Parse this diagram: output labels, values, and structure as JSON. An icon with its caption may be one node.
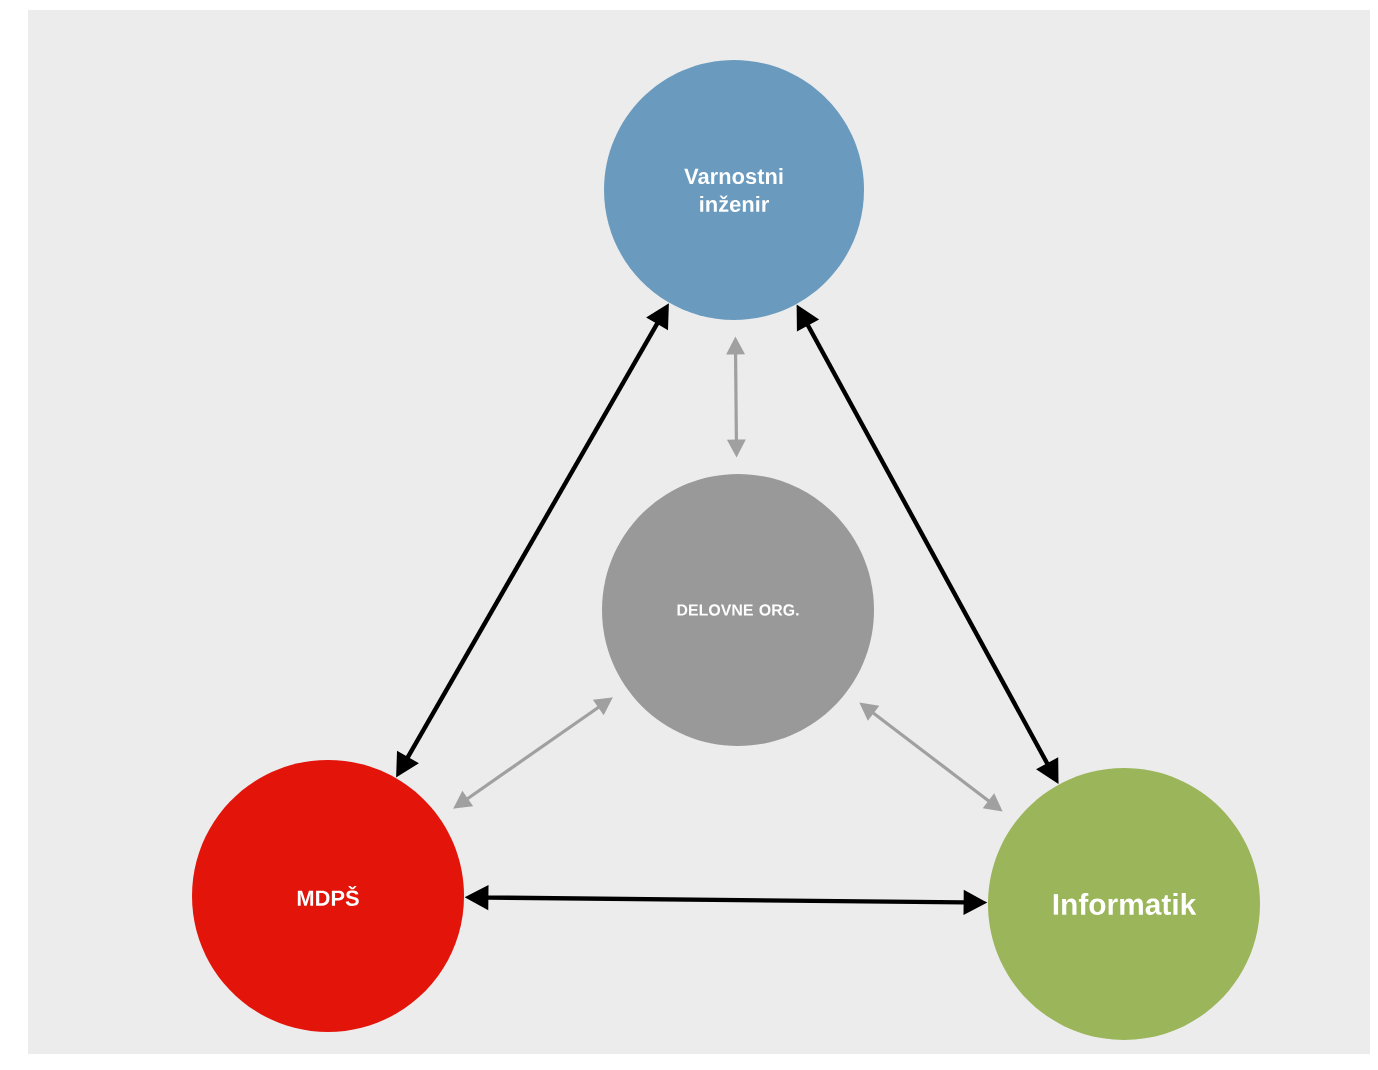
{
  "diagram": {
    "nodes": [
      {
        "text": [
          "Varnostni inženir"
        ]
      },
      {
        "text": [
          "DELOVNE ORG."
        ]
      },
      {
        "text": [
          "MDPŠ"
        ]
      },
      {
        "text": [
          "Informatik"
        ]
      }
    ],
    "edges": [
      {
        "from": 0,
        "to": 2,
        "arrow": "both"
      },
      {
        "from": 0,
        "to": 3,
        "arrow": "both"
      },
      {
        "from": 2,
        "to": 3,
        "arrow": "both"
      },
      {
        "from": 1,
        "to": 0,
        "arrow": "both",
        "color": "#a0a0a0"
      },
      {
        "from": 1,
        "to": 2,
        "arrow": "both",
        "color": "#a0a0a0"
      },
      {
        "from": 1,
        "to": 3,
        "arrow": "both",
        "color": "#a0a0a0"
      }
    ]
  }
}
